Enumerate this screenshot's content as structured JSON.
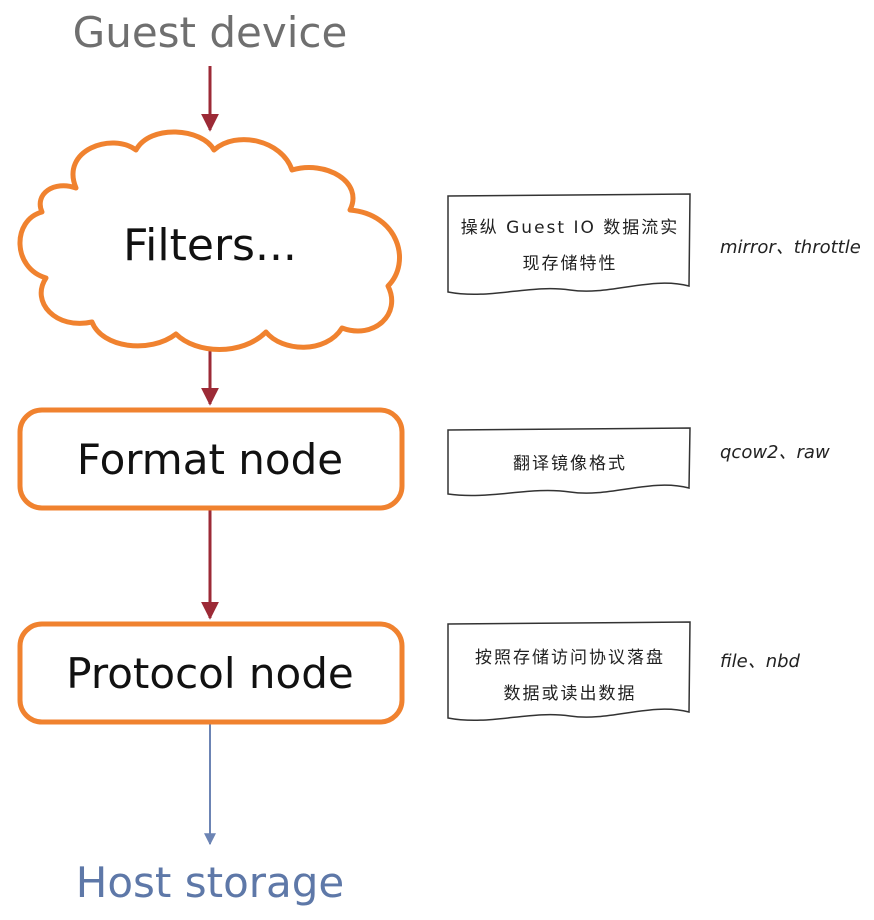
{
  "diagram": {
    "source": "Guest device",
    "sink": "Host storage",
    "nodes": [
      {
        "label": "Filters...",
        "description": [
          "操纵 Guest IO 数据流实",
          "现存储特性"
        ],
        "examples": "mirror、throttle"
      },
      {
        "label": "Format node",
        "description": [
          "翻译镜像格式"
        ],
        "examples": "qcow2、raw"
      },
      {
        "label": "Protocol node",
        "description": [
          "按照存储访问协议落盘",
          "数据或读出数据"
        ],
        "examples": "file、nbd"
      }
    ]
  },
  "colors": {
    "source_text": "#6f6f6f",
    "sink_text": "#5e78a8",
    "node_stroke": "#f0822f",
    "arrow_dark": "#9c2a36",
    "arrow_blue": "#6c84b4",
    "note_stroke": "#333333"
  }
}
